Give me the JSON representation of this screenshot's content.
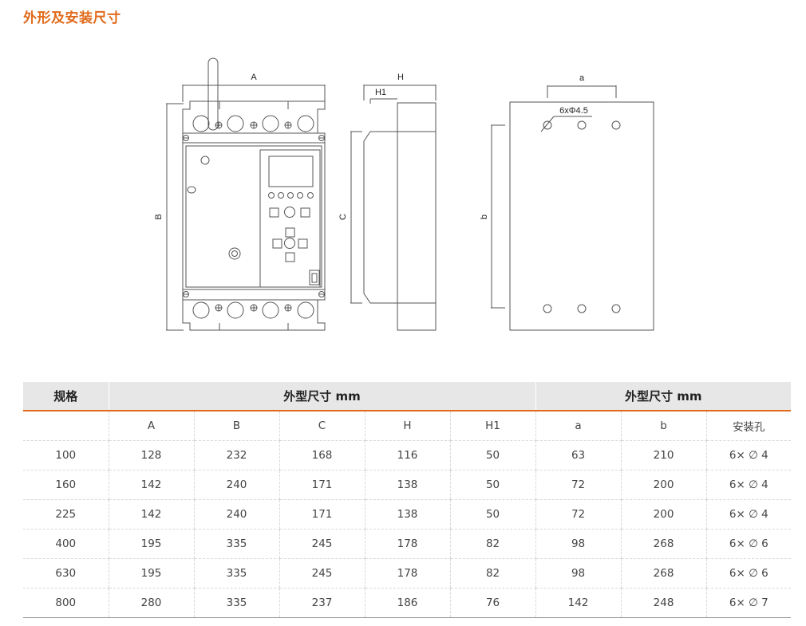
{
  "page": {
    "title": "外形及安装尺寸",
    "accent_color": "#e06a1b"
  },
  "drawing": {
    "front_view": {
      "width_label": "A",
      "height_label": "B"
    },
    "side_view": {
      "depth_label": "H",
      "depth_inner_label": "H1",
      "height_label": "C"
    },
    "mounting_view": {
      "hole_spacing_label": "a",
      "height_label": "b",
      "hole_note": "6xΦ4.5"
    }
  },
  "table": {
    "header": {
      "col_spec": "规格",
      "group1": "外型尺寸 mm",
      "group2": "外型尺寸 mm"
    },
    "subheader": [
      "",
      "A",
      "B",
      "C",
      "H",
      "H1",
      "a",
      "b",
      "安装孔"
    ],
    "rows": [
      [
        "100",
        "128",
        "232",
        "168",
        "116",
        "50",
        "63",
        "210",
        "6× ∅ 4"
      ],
      [
        "160",
        "142",
        "240",
        "171",
        "138",
        "50",
        "72",
        "200",
        "6× ∅ 4"
      ],
      [
        "225",
        "142",
        "240",
        "171",
        "138",
        "50",
        "72",
        "200",
        "6× ∅ 4"
      ],
      [
        "400",
        "195",
        "335",
        "245",
        "178",
        "82",
        "98",
        "268",
        "6× ∅ 6"
      ],
      [
        "630",
        "195",
        "335",
        "245",
        "178",
        "82",
        "98",
        "268",
        "6× ∅ 6"
      ],
      [
        "800",
        "280",
        "335",
        "237",
        "186",
        "76",
        "142",
        "248",
        "6× ∅ 7"
      ]
    ]
  }
}
